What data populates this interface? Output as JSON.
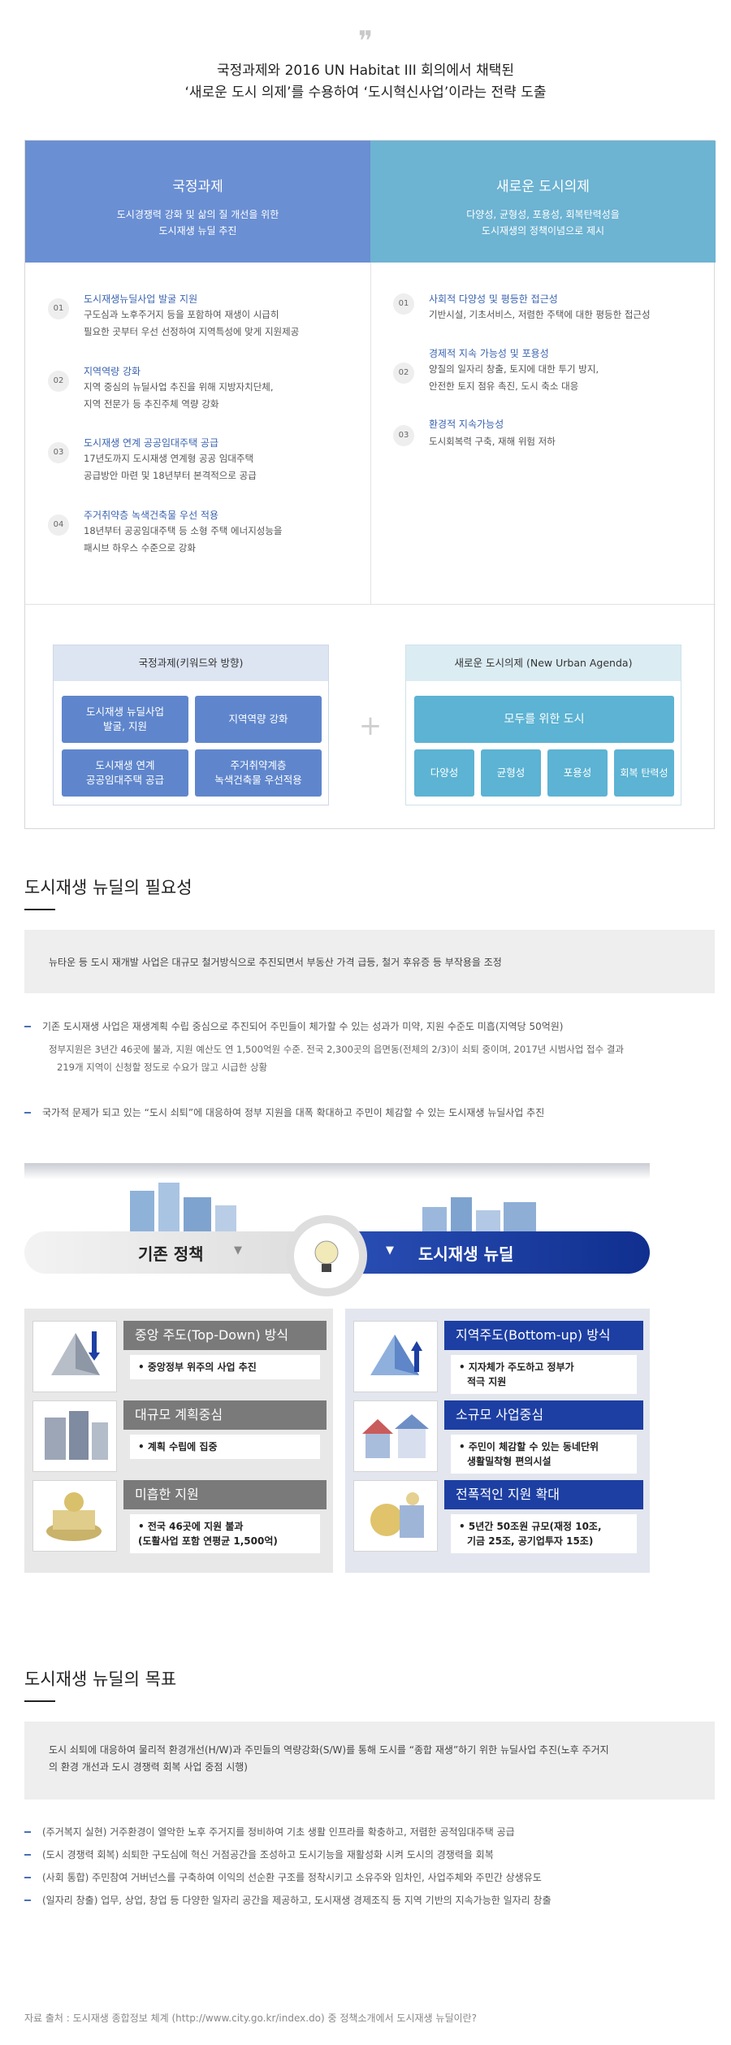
{
  "intro": {
    "line1": "국정과제와 2016 UN Habitat III 회의에서 채택된",
    "line2": "‘새로운 도시 의제’를 수용하여 ‘도시혁신사업’이라는 전략 도출"
  },
  "left_column": {
    "title": "국정과제",
    "subtitle_1": "도시경쟁력 강화 및 삶의 질 개선을 위한",
    "subtitle_2": "도시재생 뉴딜 추진",
    "items": [
      {
        "num": "01",
        "title": "도시재생뉴딜사업 발굴 지원",
        "desc_1": "구도심과 노후주거지 등을 포함하여 재생이 시급히",
        "desc_2": "필요한 곳부터 우선 선정하여 지역특성에 맞게 지원제공"
      },
      {
        "num": "02",
        "title": "지역역량 강화",
        "desc_1": "지역 중심의 뉴딜사업 추진을 위해 지방자치단체,",
        "desc_2": "지역 전문가 등 추진주체 역량 강화"
      },
      {
        "num": "03",
        "title": "도시재생 연계 공공임대주택 공급",
        "desc_1": "17년도까지 도시재생 연계형 공공 임대주택",
        "desc_2": "공급방안 마련 및 18년부터 본격적으로 공급"
      },
      {
        "num": "04",
        "title": "주거취약층 녹색건축물 우선 적용",
        "desc_1": "18년부터 공공임대주택 등 소형 주택 에너지성능을",
        "desc_2": "패시브 하우스 수준으로 강화"
      }
    ]
  },
  "right_column": {
    "title": "새로운 도시의제",
    "subtitle_1": "다양성, 균형성, 포용성, 회복탄력성을",
    "subtitle_2": "도시재생의 정책이념으로 제시",
    "items": [
      {
        "num": "01",
        "title": "사회적 다양성 및 평등한 접근성",
        "desc_1": "기반시설, 기초서비스, 저렴한 주택에 대한 평등한 접근성"
      },
      {
        "num": "02",
        "title": "경제적 지속 가능성 및 포용성",
        "desc_1": "양질의 일자리 창출, 토지에 대한 투기 방지,",
        "desc_2": "안전한 토지 점유 촉진, 도시 축소 대응"
      },
      {
        "num": "03",
        "title": "환경적 지속가능성",
        "desc_1": "도시회복력 구축, 재해 위험 저하"
      }
    ]
  },
  "keywords_left": {
    "title": "국정과제(키워드와 방향)",
    "b1_l1": "도시재생 뉴딜사업",
    "b1_l2": "발굴, 지원",
    "b2": "지역역량 강화",
    "b3_l1": "도시재생 연계",
    "b3_l2": "공공임대주택 공급",
    "b4_l1": "주거취약계층",
    "b4_l2": "녹색건축물 우선적용"
  },
  "keywords_right": {
    "title": "새로운 도시의제 (New Urban Agenda)",
    "main": "모두를 위한 도시",
    "tags": [
      "다양성",
      "균형성",
      "포용성",
      "회복 탄력성"
    ]
  },
  "plus_sign": "+",
  "necessity": {
    "title": "도시재생 뉴딜의 필요성",
    "summary": "뉴타운 등 도시 재개발 사업은 대규모 철거방식으로 추진되면서 부동산 가격 급등, 철거 후유증 등 부작용을 조정",
    "bullet1": "기존 도시재생 사업은 재생계획 수립 중심으로 추진되어 주민들이 체가할 수 있는 성과가 미약, 지원 수준도 미흡(지역당 50억원)",
    "sub1_l1": "정부지원은 3년간 46곳에 불과, 지원 예산도 연 1,500억원 수준. 전국 2,300곳의 읍면동(전체의 2/3)이 쇠퇴 중이며, 2017년 시범사업 접수 결과",
    "sub1_l2": "219개 지역이 신청할 정도로 수요가 많고 시급한 상황",
    "bullet2": "국가적 문제가 되고 있는 “도시 쇠퇴”에 대응하여 정부 지원을 대폭 확대하고 주민이 체감할 수 있는 도시재생 뉴딜사업 추진"
  },
  "infographic": {
    "left_title": "기존 정책",
    "right_title": "도시재생 뉴딜",
    "left_rows": [
      {
        "label": "중앙 주도(Top-Down) 방식",
        "note_1": "• 중앙정부 위주의 사업 추진"
      },
      {
        "label": "대규모 계획중심",
        "note_1": "• 계획 수립에 집중"
      },
      {
        "label": "미흡한 지원",
        "note_1": "• 전국 46곳에 지원 불과",
        "note_2": "(도활사업 포함 연평균 1,500억)"
      }
    ],
    "right_rows": [
      {
        "label": "지역주도(Bottom-up) 방식",
        "note_1": "• 지자체가 주도하고 정부가",
        "note_2": "적극 지원"
      },
      {
        "label": "소규모 사업중심",
        "note_1": "• 주민이 체감할 수 있는 동네단위",
        "note_2": "생활밀착형 편의시설"
      },
      {
        "label": "전폭적인 지원 확대",
        "note_1": "• 5년간 50조원 규모(재정 10조,",
        "note_2": "기금 25조, 공기업투자 15조)"
      }
    ]
  },
  "goals": {
    "title": "도시재생 뉴딜의 목표",
    "summary_1": "도시 쇠퇴에 대응하여 물리적 환경개선(H/W)과 주민들의 역량강화(S/W)를 통해 도시를 “종합 재생”하기 위한 뉴딜사업 추진(노후 주거지",
    "summary_2": "의 환경 개선과 도시 경쟁력 회복 사업 중점 시행)",
    "bullets": [
      "(주거복지 실현) 거주환경이 열악한 노후 주거지를 정비하여 기초 생활 인프라를 확충하고, 저렴한 공적임대주택 공급",
      "(도시 경쟁력 회복) 쇠퇴한 구도심에 혁신 거점공간을 조성하고 도시기능을 재활성화 시켜 도시의 경쟁력을 회복",
      "(사회 통합) 주민참여 거버넌스를 구축하여 이익의 선순환 구조를 정착시키고 소유주와 임차인, 사업주체와 주민간 상생유도",
      "(일자리 창출) 업무, 상업, 창업 등 다양한 일자리 공간을 제공하고, 도시재생 경제조직 등 지역 기반의 지속가능한 일자리 창출"
    ]
  },
  "source": "자료 출처 : 도시재생 종합정보 체계 (http://www.city.go.kr/index.do) 중 정책소개에서 도시재생 뉴딜이란?",
  "colors": {
    "left_header": "#6a8fd3",
    "right_header": "#6db3d2",
    "new_policy": "#1d3fa3",
    "old_policy": "#7a7a7a"
  },
  "icons": [
    "quote-icon",
    "plus-icon",
    "pyramid-icon",
    "buildings-icon",
    "money-icon",
    "lightbulb-icon"
  ]
}
